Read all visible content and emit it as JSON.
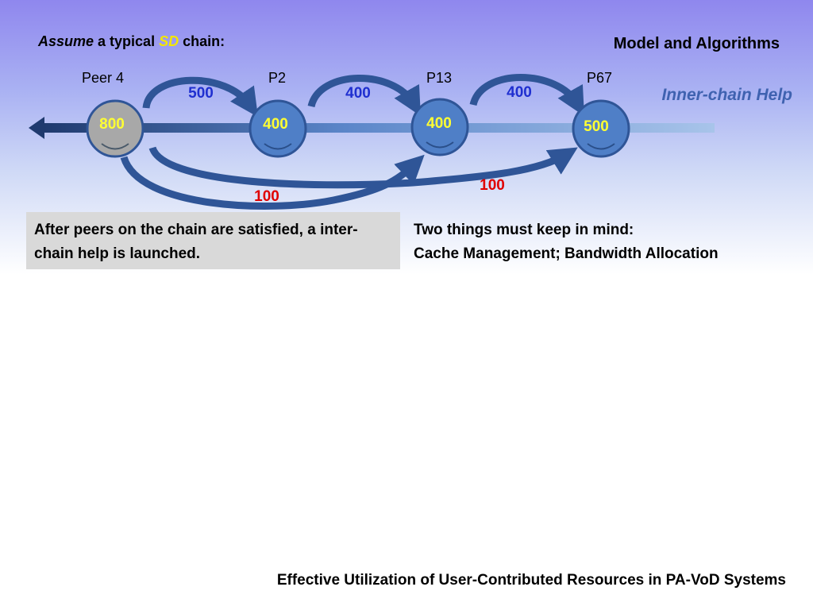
{
  "slide": {
    "title": "Model and Algorithms",
    "subtitle": {
      "part1": "Assume",
      "part2": " a typical ",
      "part3": "SD",
      "part4": " chain:"
    },
    "legend": "Inner-chain Help",
    "note": "After peers on the chain are satisfied, a inter-chain help is launched.",
    "keep_line1": "Two things must keep in mind:",
    "keep_line2": "Cache Management; Bandwidth Allocation",
    "footer": "Effective Utilization of User-Contributed Resources in PA-VoD Systems"
  },
  "peers": [
    {
      "label": "Peer 4",
      "value": "800",
      "fill": "#a8a8a8"
    },
    {
      "label": "P2",
      "value": "400",
      "fill": "#4f7fc7"
    },
    {
      "label": "P13",
      "value": "400",
      "fill": "#4f7fc7"
    },
    {
      "label": "P67",
      "value": "500",
      "fill": "#4f7fc7"
    }
  ],
  "inner_help": [
    "500",
    "400",
    "400"
  ],
  "inter_help": [
    "100",
    "100"
  ],
  "colors": {
    "inner_value": "#1f2fd0",
    "inter_value": "#e00000",
    "node_value": "#ffff33",
    "arrow": "#2f5597"
  }
}
